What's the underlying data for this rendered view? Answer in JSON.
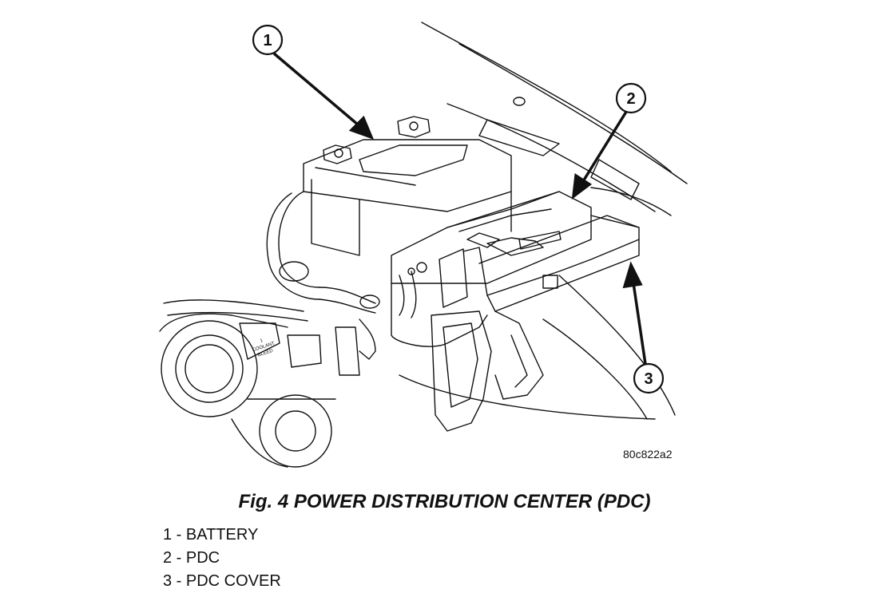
{
  "diagram": {
    "figure_code": "80c822a2",
    "caption": "Fig. 4 POWER DISTRIBUTION CENTER (PDC)",
    "callouts": [
      "1",
      "2",
      "3"
    ],
    "legend": [
      "1 - BATTERY",
      "2 - PDC",
      "3 - PDC COVER"
    ],
    "engine_label": [
      "1",
      "COOLANT",
      "BLEED"
    ]
  }
}
